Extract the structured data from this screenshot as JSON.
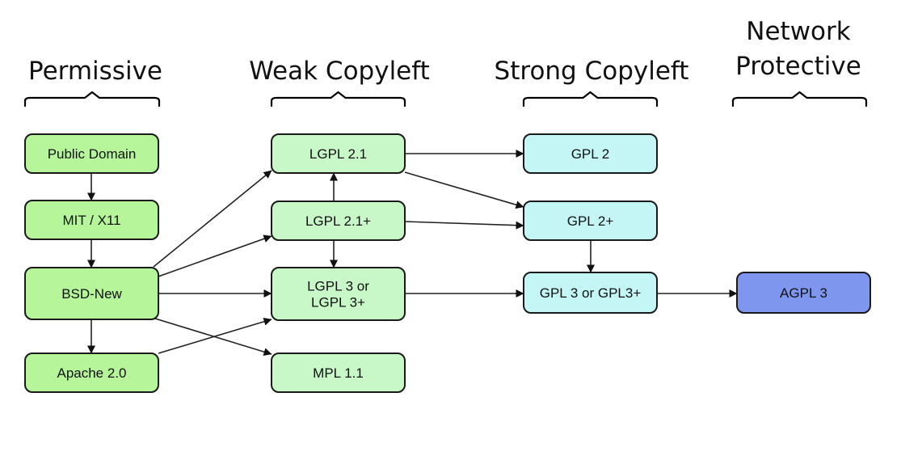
{
  "columns": [
    {
      "id": "permissive",
      "title_lines": [
        "Permissive"
      ]
    },
    {
      "id": "weak",
      "title_lines": [
        "Weak Copyleft"
      ]
    },
    {
      "id": "strong",
      "title_lines": [
        "Strong Copyleft"
      ]
    },
    {
      "id": "network",
      "title_lines": [
        "Network",
        "Protective"
      ]
    }
  ],
  "nodes": [
    {
      "id": "public-domain",
      "column": "permissive",
      "lines": [
        "Public Domain"
      ],
      "color": "#b6f59a"
    },
    {
      "id": "mit",
      "column": "permissive",
      "lines": [
        "MIT / X11"
      ],
      "color": "#b6f59a"
    },
    {
      "id": "bsd-new",
      "column": "permissive",
      "lines": [
        "BSD-New"
      ],
      "color": "#b6f59a"
    },
    {
      "id": "apache",
      "column": "permissive",
      "lines": [
        "Apache 2.0"
      ],
      "color": "#b6f59a"
    },
    {
      "id": "lgpl21",
      "column": "weak",
      "lines": [
        "LGPL 2.1"
      ],
      "color": "#c8f7c8"
    },
    {
      "id": "lgpl21plus",
      "column": "weak",
      "lines": [
        "LGPL 2.1+"
      ],
      "color": "#c8f7c8"
    },
    {
      "id": "lgpl3",
      "column": "weak",
      "lines": [
        "LGPL 3 or",
        "LGPL 3+"
      ],
      "color": "#c8f7c8"
    },
    {
      "id": "mpl",
      "column": "weak",
      "lines": [
        "MPL 1.1"
      ],
      "color": "#c8f7c8"
    },
    {
      "id": "gpl2",
      "column": "strong",
      "lines": [
        "GPL 2"
      ],
      "color": "#c4f6f6"
    },
    {
      "id": "gpl2plus",
      "column": "strong",
      "lines": [
        "GPL 2+"
      ],
      "color": "#c4f6f6"
    },
    {
      "id": "gpl3",
      "column": "strong",
      "lines": [
        "GPL 3 or GPL3+"
      ],
      "color": "#c4f6f6"
    },
    {
      "id": "agpl3",
      "column": "network",
      "lines": [
        "AGPL 3"
      ],
      "color": "#7f96ef"
    }
  ],
  "edges": [
    {
      "from": "public-domain",
      "to": "mit"
    },
    {
      "from": "mit",
      "to": "bsd-new"
    },
    {
      "from": "bsd-new",
      "to": "apache"
    },
    {
      "from": "bsd-new",
      "to": "lgpl21"
    },
    {
      "from": "bsd-new",
      "to": "lgpl21plus"
    },
    {
      "from": "bsd-new",
      "to": "lgpl3"
    },
    {
      "from": "bsd-new",
      "to": "mpl"
    },
    {
      "from": "apache",
      "to": "lgpl3"
    },
    {
      "from": "lgpl21plus",
      "to": "lgpl21"
    },
    {
      "from": "lgpl21plus",
      "to": "lgpl3"
    },
    {
      "from": "lgpl21",
      "to": "gpl2"
    },
    {
      "from": "lgpl21",
      "to": "gpl2plus"
    },
    {
      "from": "lgpl21plus",
      "to": "gpl2plus"
    },
    {
      "from": "lgpl3",
      "to": "gpl3"
    },
    {
      "from": "gpl2plus",
      "to": "gpl3"
    },
    {
      "from": "gpl3",
      "to": "agpl3"
    }
  ]
}
